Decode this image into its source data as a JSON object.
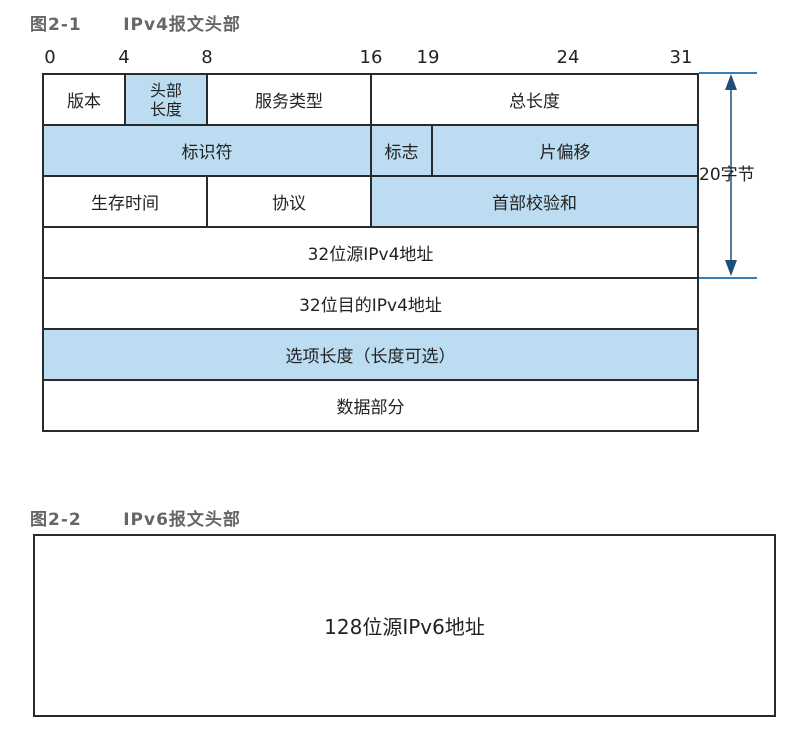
{
  "fig1": {
    "title": "图2-1      IPv4报文头部",
    "bit_labels": [
      "0",
      "4",
      "8",
      "16",
      "19",
      "24",
      "31"
    ],
    "row1": {
      "version": "版本",
      "ihl_line1": "头部",
      "ihl_line2": "长度",
      "tos": "服务类型",
      "total_length": "总长度"
    },
    "row2": {
      "identification": "标识符",
      "flags": "标志",
      "fragment_offset": "片偏移"
    },
    "row3": {
      "ttl": "生存时间",
      "protocol": "协议",
      "checksum": "首部校验和"
    },
    "row4": {
      "src": "32位源IPv4地址"
    },
    "row5": {
      "dst": "32位目的IPv4地址"
    },
    "row6": {
      "options": "选项长度（长度可选）"
    },
    "row7": {
      "data": "数据部分"
    },
    "header_size_label": "20字节",
    "colors": {
      "blue_fill": "#bcdcf1",
      "border": "#2a2a2a",
      "arrow": "#1f4e79",
      "guide": "#3b7fb5"
    }
  },
  "fig2": {
    "title": "图2-2      IPv6报文头部",
    "src": "128位源IPv6地址"
  }
}
